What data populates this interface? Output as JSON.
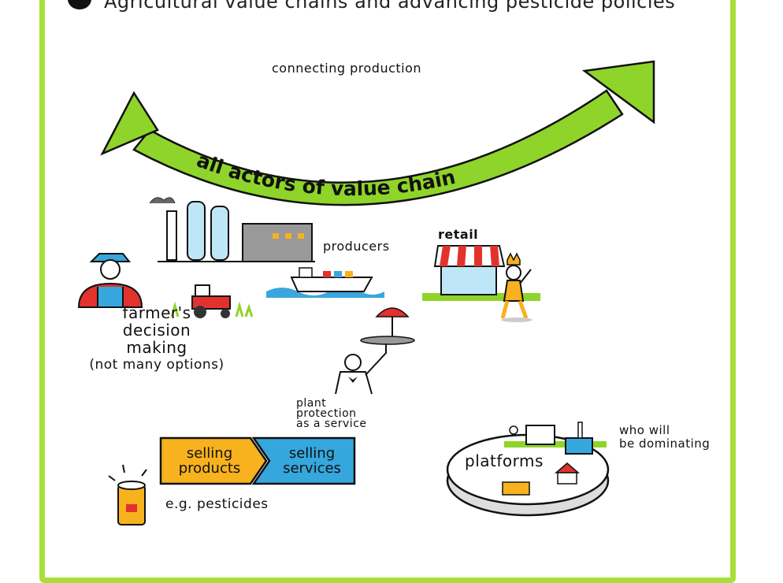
{
  "title": "Agricultural value chains and advancing pesticide policies",
  "arrow": {
    "label": "all actors of value chain",
    "note": "connecting production"
  },
  "labels": {
    "producers": "producers",
    "retail": "retail",
    "farmer_line1": "farmer's",
    "farmer_line2": "decision",
    "farmer_line3": "making",
    "farmer_line4": "(not many options)",
    "plant_line1": "plant",
    "plant_line2": "protection",
    "plant_line3": "as a service",
    "who_line1": "who will",
    "who_line2": "be dominating",
    "platforms": "platforms",
    "example": "e.g. pesticides"
  },
  "transition": {
    "from_line1": "selling",
    "from_line2": "products",
    "to_line1": "selling",
    "to_line2": "services"
  },
  "colors": {
    "frame": "#a8e03a",
    "arrow": "#8fd42a",
    "products_box": "#f7b21e",
    "services_box": "#35a7dd",
    "water": "#3aa6dd",
    "grass": "#8fd42a",
    "awning": "#e2322e",
    "tractor": "#e2322e"
  }
}
